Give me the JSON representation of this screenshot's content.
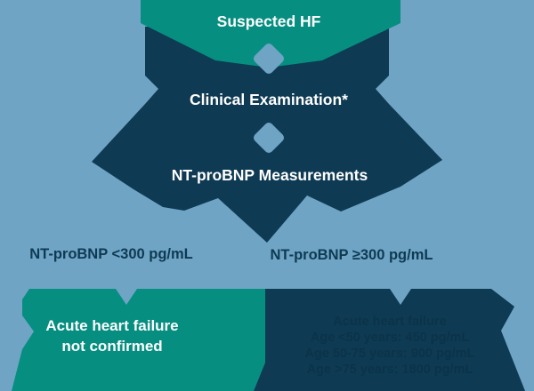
{
  "colors": {
    "background": "#6fa4c4",
    "teal": "#068e80",
    "navy": "#0e3a53",
    "ghost_text": "#0b3349",
    "light_text": "#ffffff"
  },
  "flowchart": {
    "step_suspected": "Suspected HF",
    "step_clinical": "Clinical Examination*",
    "step_ntprobnp": "NT-proBNP Measurements",
    "branch_left": "NT-proBNP <300 pg/mL",
    "branch_right": "NT-proBNP ≥300 pg/mL",
    "outcome_left": {
      "line1": "Acute heart failure",
      "line2": "not confirmed"
    },
    "outcome_right": {
      "lines": [
        "Acute heart failure",
        "Age <50 years: 450 pg/mL",
        "Age 50-75 years: 900 pg/mL",
        "Age >75 years: 1800 pg/mL"
      ]
    }
  }
}
